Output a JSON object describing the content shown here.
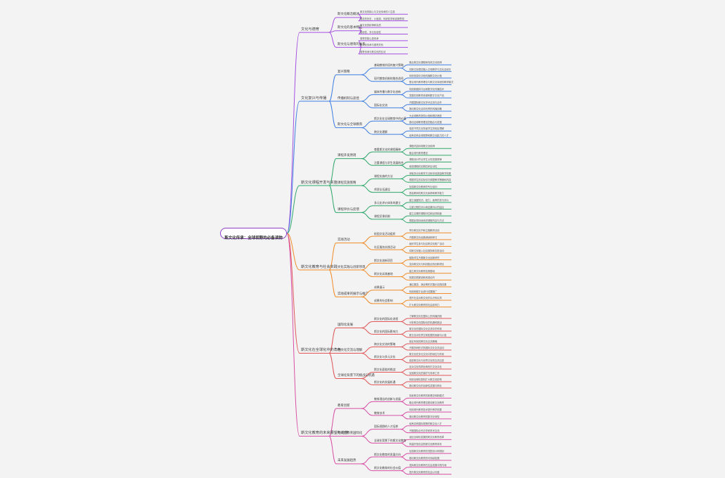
{
  "root": "斯文化传承：全球视野的必备读物",
  "colors": {
    "root": "#8a3cc7",
    "b1": "#a451e0",
    "b2": "#3f7ee0",
    "b3": "#2fa86a",
    "b4": "#f08c2a",
    "b5": "#e05656",
    "b6": "#d94fa5"
  },
  "branches": [
    {
      "label": "文化与德育",
      "children": [
        {
          "label": "斯文化概念概述",
          "children": [
            {
              "label": "斯文化的核心与文化传承的人生观",
              "children": []
            },
            {
              "label": "概念的历史、价值观、传统哲学和道德思想",
              "children": []
            }
          ]
        },
        {
          "label": "斯文化的基本特征",
          "children": [
            {
              "label": "斯文化的精神和实质",
              "children": []
            },
            {
              "label": "普适性、多元包容性",
              "children": []
            }
          ]
        },
        {
          "label": "斯文化与德育的关系",
          "children": [
            {
              "label": "德育的核心是传承",
              "children": []
            },
            {
              "label": "斯文化传承与德育关系",
              "children": []
            },
            {
              "label": "德育传承与斯文化的互动",
              "children": []
            }
          ]
        }
      ]
    },
    {
      "label": "文化复兴与传播",
      "children": [
        {
          "label": "复兴策略",
          "children": [
            {
              "label": "基础教育阶段的复兴策略",
              "children": [
                {
                  "label": "融合斯文化课程和传统文化精神",
                  "children": []
                },
                {
                  "label": "将斯文化理念融入日常教学与文化活动中",
                  "children": []
                }
              ]
            },
            {
              "label": "现代教育机制的融合途径",
              "children": [
                {
                  "label": "利用信息化手段传播斯文化价值",
                  "children": []
                },
                {
                  "label": "整合现代教育理念与斯文化传统的教学模式",
                  "children": []
                }
              ]
            }
          ]
        },
        {
          "label": "传播机制与途径",
          "children": [
            {
              "label": "媒体传播与数字化创新",
              "children": [
                {
                  "label": "利用新媒体平台和数字化传播技术",
                  "children": []
                },
                {
                  "label": "发展在线教育资源和数字文化产品",
                  "children": []
                }
              ]
            },
            {
              "label": "国际化交流",
              "children": [
                {
                  "label": "开展国际斯文化学术交流与合作",
                  "children": []
                },
                {
                  "label": "推动斯文化走向世界的传播战略",
                  "children": []
                }
              ]
            }
          ]
        },
        {
          "label": "斯文化与全球教育",
          "children": [
            {
              "label": "斯文化在全球教育中的价值",
              "children": [
                {
                  "label": "为全球教育提供价值和理念借鉴",
                  "children": []
                },
                {
                  "label": "推动全球教育理念的融合与发展",
                  "children": []
                }
              ]
            },
            {
              "label": "跨文化理解",
              "children": [
                {
                  "label": "促进不同文化背景学生的相互理解",
                  "children": []
                },
                {
                  "label": "培养具有全球视野和跨文化能力的人才",
                  "children": []
                }
              ]
            }
          ]
        }
      ]
    },
    {
      "label": "斯文化课程开发与实施",
      "children": [
        {
          "label": "课程开发原则",
          "children": [
            {
              "label": "尊重斯文化的课程精神",
              "children": [
                {
                  "label": "课程内容体现斯文化精神",
                  "children": []
                },
                {
                  "label": "融合现代教育理念",
                  "children": []
                }
              ]
            },
            {
              "label": "注重课程与学生发展结合",
              "children": [
                {
                  "label": "课程设计符合学生认知发展规律",
                  "children": []
                },
                {
                  "label": "增强课程的实践性和互动性",
                  "children": []
                }
              ]
            }
          ]
        },
        {
          "label": "课程实施策略",
          "children": [
            {
              "label": "课程实施的方法",
              "children": [
                {
                  "label": "采取多元化教学方法和手段提高教学效果",
                  "children": []
                },
                {
                  "label": "根据学生的实际情况调整教学策略和内容",
                  "children": []
                }
              ]
            },
            {
              "label": "师资队伍建设",
              "children": [
                {
                  "label": "加强斯文化教师的专业培训",
                  "children": []
                },
                {
                  "label": "提高教师的斯文化素养和教学能力",
                  "children": []
                }
              ]
            }
          ]
        },
        {
          "label": "课程评价与反馈",
          "children": [
            {
              "label": "多元化评价体系的建立",
              "children": [
                {
                  "label": "建立涵盖知识、能力、素养的多元评价",
                  "children": []
                },
                {
                  "label": "注重过程性评价和结果评价的结合",
                  "children": []
                }
              ]
            },
            {
              "label": "课程反馈机制",
              "children": [
                {
                  "label": "建立定期的课程评估和反馈制度",
                  "children": []
                },
                {
                  "label": "根据反馈持续改进课程内容与方法",
                  "children": []
                }
              ]
            }
          ]
        }
      ]
    },
    {
      "label": "斯文化教育与社会实践",
      "children": [
        {
          "label": "实践活动",
          "children": [
            {
              "label": "校园文化活动组织",
              "children": [
                {
                  "label": "举办斯文化节和主题教育活动",
                  "children": []
                },
                {
                  "label": "开展斯文化经典诵读和研讨",
                  "children": []
                }
              ]
            },
            {
              "label": "社区服务实践活动",
              "children": [
                {
                  "label": "组织学生参与社区斯文化推广活动",
                  "children": []
                },
                {
                  "label": "将斯文化融入社区服务和志愿活动",
                  "children": []
                }
              ]
            }
          ]
        },
        {
          "label": "文化实践与创新项目",
          "children": [
            {
              "label": "斯文化创新项目",
              "children": [
                {
                  "label": "鼓励学生开展斯文化创新研究",
                  "children": []
                },
                {
                  "label": "支持斯文化与科技融合的创新项目",
                  "children": []
                }
              ]
            },
            {
              "label": "斯文化实践基地",
              "children": [
                {
                  "label": "建立斯文化教育实践基地",
                  "children": []
                },
                {
                  "label": "拓展实践渠道和资源合作",
                  "children": []
                }
              ]
            }
          ]
        },
        {
          "label": "实践成果的展示与推广",
          "children": [
            {
              "label": "成果展示",
              "children": [
                {
                  "label": "通过展览、演出等形式展示实践成果",
                  "children": []
                },
                {
                  "label": "利用网络平台进行成果推广",
                  "children": []
                }
              ]
            },
            {
              "label": "成果的社会影响",
              "children": [
                {
                  "label": "提升社会对斯文化的认识和认同",
                  "children": []
                },
                {
                  "label": "扩大斯文化教育的社会影响力",
                  "children": []
                }
              ]
            }
          ]
        }
      ]
    },
    {
      "label": "斯文化在全球化中的角色",
      "children": [
        {
          "label": "国际化发展",
          "children": [
            {
              "label": "斯文化的国际化进程",
              "children": [
                {
                  "label": "了解斯文化在国际上的传播历程",
                  "children": []
                },
                {
                  "label": "分析斯文化国际化的机遇和挑战",
                  "children": []
                }
              ]
            },
            {
              "label": "斯文化的国际影响力",
              "children": [
                {
                  "label": "斯文化在国际文化交流中的作用",
                  "children": []
                },
                {
                  "label": "斯文化对世界文明发展的贡献与价值",
                  "children": []
                }
              ]
            }
          ]
        },
        {
          "label": "跨文化交流与理解",
          "children": [
            {
              "label": "跨文化交流的策略",
              "children": [
                {
                  "label": "制定有效的跨文化交流策略",
                  "children": []
                },
                {
                  "label": "开展多种形式的国际文化交流活动",
                  "children": []
                }
              ]
            },
            {
              "label": "斯文化与多元文化",
              "children": [
                {
                  "label": "斯文化在多元文化中的地位与作用",
                  "children": []
                },
                {
                  "label": "促进斯文化与世界文化的交流互鉴",
                  "children": []
                }
              ]
            }
          ]
        },
        {
          "label": "全球化背景下的挑战与机遇",
          "children": [
            {
              "label": "斯文化面临的挑战",
              "children": [
                {
                  "label": "应对文化同质化和西方文化冲击",
                  "children": []
                },
                {
                  "label": "加强斯文化的保护与传承工作",
                  "children": []
                }
              ]
            },
            {
              "label": "斯文化的发展机遇",
              "children": [
                {
                  "label": "利用全球化契机扩大斯文化影响",
                  "children": []
                },
                {
                  "label": "推动斯文化的创新性发展与转化",
                  "children": []
                }
              ]
            }
          ]
        }
      ]
    },
    {
      "label": "斯文化教育的未来展望与趋势",
      "children": [
        {
          "label": "教育创新",
          "children": [
            {
              "label": "教育理念的创新与发展",
              "children": [
                {
                  "label": "探索斯文化教育的新理念和新模式",
                  "children": []
                },
                {
                  "label": "融合现代教育理念推动斯文化教育",
                  "children": []
                }
              ]
            },
            {
              "label": "教育技术",
              "children": [
                {
                  "label": "利用现代教育技术提升教学效果",
                  "children": []
                },
                {
                  "label": "推动斯文化教育的数字化转型",
                  "children": []
                }
              ]
            }
          ]
        },
        {
          "label": "斯文化教育国际化",
          "children": [
            {
              "label": "国际视野的人才培养",
              "children": [
                {
                  "label": "培养具有国际视野的斯文化人才",
                  "children": []
                },
                {
                  "label": "开展国际合作办学和学术交流",
                  "children": []
                }
              ]
            },
            {
              "label": "全球化背景下的斯文化教育",
              "children": [
                {
                  "label": "适应全球化发展的斯文化教育改革",
                  "children": []
                },
                {
                  "label": "构建开放包容的斯文化教育体系",
                  "children": []
                }
              ]
            }
          ]
        },
        {
          "label": "未来发展趋势",
          "children": [
            {
              "label": "斯文化教育的发展方向",
              "children": [
                {
                  "label": "加强斯文化教育的顶层设计和规划",
                  "children": []
                },
                {
                  "label": "推动斯文化教育的可持续发展",
                  "children": []
                }
              ]
            },
            {
              "label": "斯文化教育的社会价值",
              "children": [
                {
                  "label": "发挥斯文化教育在社会发展中的作用",
                  "children": []
                },
                {
                  "label": "提升斯文化教育的社会认可度",
                  "children": []
                }
              ]
            }
          ]
        }
      ]
    }
  ]
}
